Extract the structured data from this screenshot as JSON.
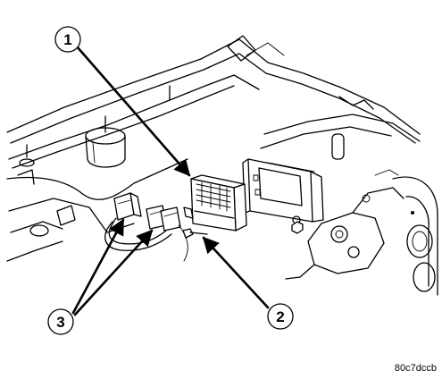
{
  "callouts": [
    {
      "id": "1",
      "label": "1"
    },
    {
      "id": "2",
      "label": "2"
    },
    {
      "id": "3",
      "label": "3"
    }
  ],
  "figure_code": "80c7dccb"
}
